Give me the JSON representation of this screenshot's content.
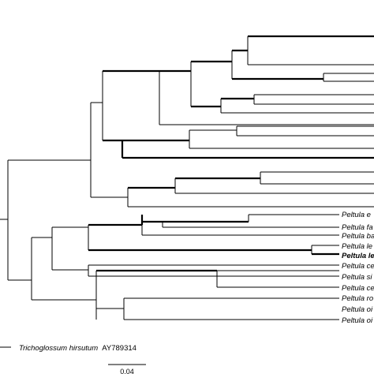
{
  "tree": {
    "line_color": "#000000",
    "labeled_tips": [
      {
        "text": "Peltula e",
        "bold": false
      },
      {
        "text": "Peltula fa",
        "bold": false
      },
      {
        "text": "Peltula ba",
        "bold": false
      },
      {
        "text": "Peltula le",
        "bold": false
      },
      {
        "text": "Peltula le",
        "bold": true
      },
      {
        "text": "Peltula ce",
        "bold": false
      },
      {
        "text": "Peltula si",
        "bold": false
      },
      {
        "text": "Peltula ce",
        "bold": false
      },
      {
        "text": "Peltula ro",
        "bold": false
      },
      {
        "text": "Peltula oi",
        "bold": false
      },
      {
        "text": "Peltula oi",
        "bold": false
      }
    ],
    "outgroup": {
      "genus": "Trichoglossum hirsutum",
      "accession": "AY789314"
    },
    "scale_bar": {
      "label": "0.04"
    }
  }
}
